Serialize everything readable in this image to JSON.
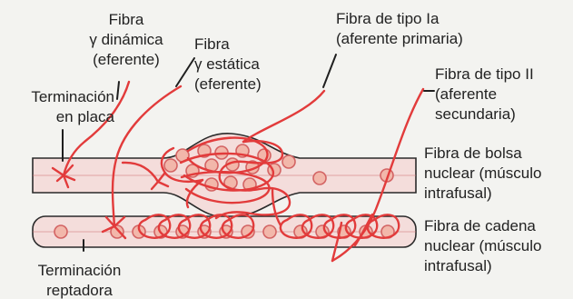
{
  "labels": {
    "gamma_dynamic": [
      "Fibra",
      "γ dinámica",
      "(eferente)"
    ],
    "gamma_static": [
      "Fibra",
      "γ estática",
      "(eferente)"
    ],
    "type_ia": [
      "Fibra de tipo Ia",
      "(aferente primaria)"
    ],
    "type_ii": [
      "Fibra de tipo II",
      "(aferente",
      "secundaria)"
    ],
    "plate_ending": [
      "Terminación",
      "en placa"
    ],
    "nuclear_bag": [
      "Fibra de bolsa",
      "nuclear (músculo",
      "intrafusal)"
    ],
    "nuclear_chain": [
      "Fibra de cadena",
      "nuclear (músculo",
      "intrafusal)"
    ],
    "trail_ending": [
      "Terminación",
      "reptadora"
    ]
  },
  "colors": {
    "nerve": "#e23b3b",
    "muscle_fill": "#f4dddb",
    "muscle_outline": "#2a2a2a",
    "nucleus_fill": "#f2b7aa",
    "label_line": "#1f1f1f",
    "background": "#f3f3f0"
  }
}
